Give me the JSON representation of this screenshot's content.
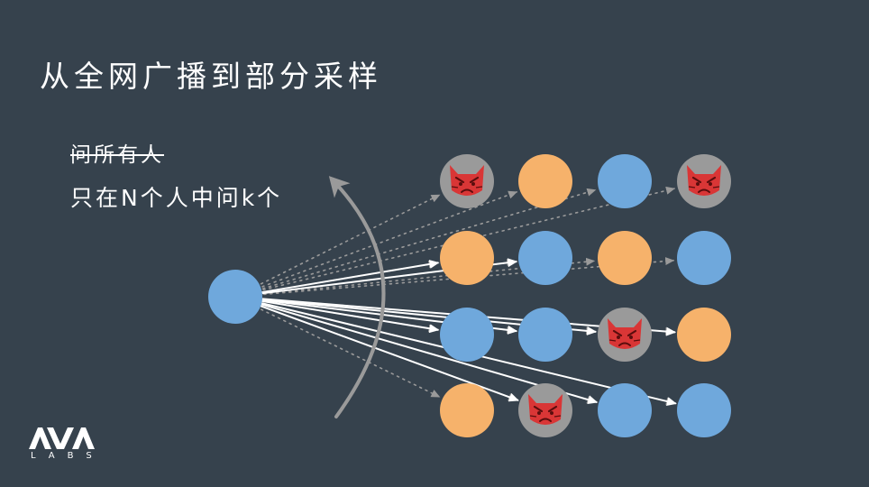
{
  "slide": {
    "title": "从全网广播到部分采样",
    "crossed_text": "问所有人",
    "subtitle": "只在N个人中问k个"
  },
  "logo": {
    "text": "LABS",
    "brand": "AVA"
  },
  "colors": {
    "background": "#36424d",
    "blue_node": "#6fa8dc",
    "orange_node": "#f6b26b",
    "malicious_node": "#d93636",
    "malicious_ring": "#9a9a9a",
    "arrow_solid": "#ffffff",
    "arrow_dotted": "#9a9a9a",
    "sweep_arrow": "#9a9a9a"
  },
  "icons": {
    "malicious": "angry-devil-cat-icon"
  },
  "diagram": {
    "source": {
      "kind": "blue"
    },
    "grid": [
      [
        "malicious",
        "orange",
        "blue",
        "malicious"
      ],
      [
        "orange",
        "blue",
        "orange",
        "blue"
      ],
      [
        "blue",
        "blue",
        "malicious",
        "orange"
      ],
      [
        "orange",
        "malicious",
        "blue",
        "blue"
      ]
    ],
    "sampled": [
      [
        1,
        0
      ],
      [
        1,
        1
      ],
      [
        2,
        0
      ],
      [
        2,
        1
      ],
      [
        2,
        2
      ],
      [
        2,
        3
      ],
      [
        3,
        1
      ],
      [
        3,
        2
      ],
      [
        3,
        3
      ]
    ]
  }
}
